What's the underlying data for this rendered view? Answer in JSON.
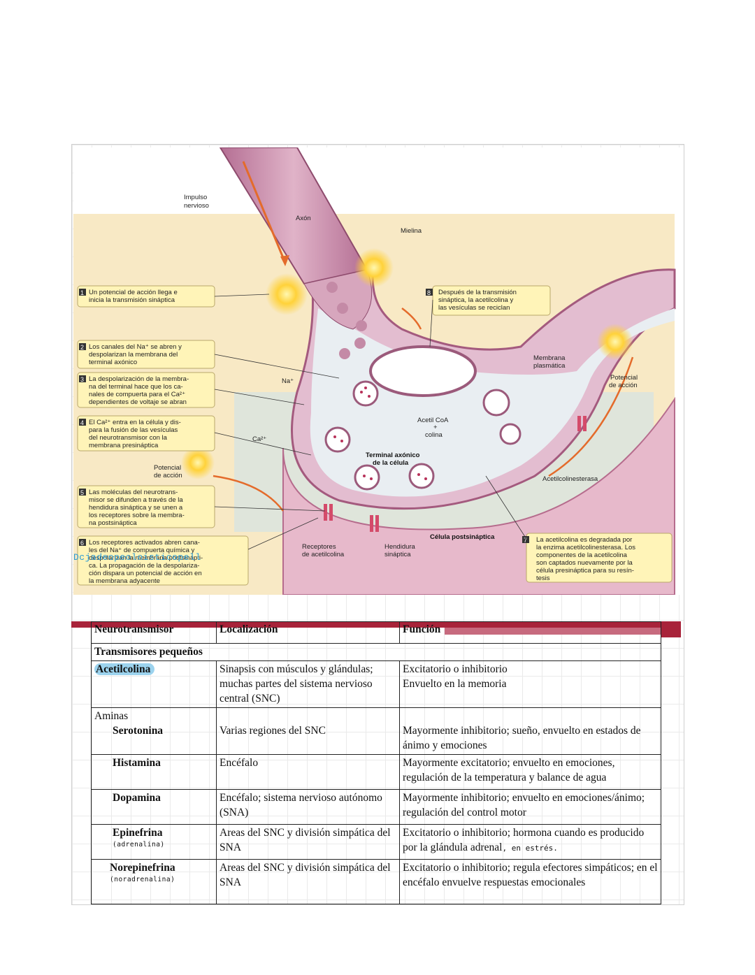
{
  "figure": {
    "labels": {
      "impulse": [
        "Impulso",
        "nervioso"
      ],
      "axon": "Axón",
      "myelin": "Mielina",
      "membrane": [
        "Membrana",
        "plasmática"
      ],
      "action_potential_right": [
        "Potencial",
        "de acción"
      ],
      "action_potential_left": [
        "Potencial",
        "de acción"
      ],
      "na": "Na⁺",
      "ca": "Ca²⁺",
      "acetyl_coa": [
        "Acetil CoA",
        "+",
        "colina"
      ],
      "terminal": [
        "Terminal axónico",
        "de la célula"
      ],
      "acetylcholinesterase": "Acetilcolinesterasa",
      "postsynaptic_cell": "Célula postsináptica",
      "receptors": [
        "Receptores",
        "de acetilcolina"
      ],
      "cleft": [
        "Hendidura",
        "sináptica"
      ]
    },
    "callouts": [
      {
        "num": "1",
        "lines": [
          "Un potencial de acción llega e",
          "inicia la transmisión sináptica"
        ]
      },
      {
        "num": "2",
        "lines": [
          "Los canales del Na⁺ se abren y",
          "despolarizan la membrana del",
          "terminal axónico"
        ]
      },
      {
        "num": "3",
        "lines": [
          "La despolarización de la membra-",
          "na del terminal hace que los ca-",
          "nales de compuerta para el Ca²⁺",
          "dependientes de voltaje se abran"
        ]
      },
      {
        "num": "4",
        "lines": [
          "El Ca²⁺ entra en la célula y dis-",
          "para la fusión de las vesículas",
          "del neurotransmisor con la",
          "membrana presináptica"
        ]
      },
      {
        "num": "5",
        "lines": [
          "Las moléculas del neurotrans-",
          "misor se difunden a través de la",
          "hendidura sináptica y se unen a",
          "los receptores sobre la membra-",
          "na postsináptica"
        ]
      },
      {
        "num": "6",
        "lines": [
          "Los receptores activados abren cana-",
          "les del Na⁺ de compuerta química y",
          "despolarizan la membrana postsinápti-",
          "ca. La propagación de la despolariza-",
          "ción dispara un potencial de acción en",
          "la membrana adyacente"
        ]
      },
      {
        "num": "7",
        "lines": [
          "La acetilcolina es degradada por",
          "la enzima acetilcolinesterasa. Los",
          "componentes de la acetilcolina",
          "son captados nuevamente por la",
          "célula presináptica para su resín-",
          "tesis"
        ]
      },
      {
        "num": "8",
        "lines": [
          "Después de la transmisión",
          "sináptica, la acetilcolina y",
          "las vesículas se reciclan"
        ]
      }
    ],
    "handwritten_note": "Dcjadeopeoloisticopell"
  },
  "table": {
    "headers": [
      "Neurotransmisor",
      "Localización",
      "Función"
    ],
    "section": "Transmisores pequeños",
    "rows": [
      {
        "name": "Acetilcolina",
        "loc": "Sinapsis con músculos y glándulas; muchas partes del sistema nervioso central (SNC)",
        "func": "Excitatorio o inhibitorio\nEnvuelto en la memoria"
      },
      {
        "group": "Aminas",
        "name": "Serotonina",
        "loc": "Varias regiones del SNC",
        "func": "Mayormente inhibitorio; sueño, envuelto en estados de ánimo y emociones"
      },
      {
        "name": "Histamina",
        "loc": "Encéfalo",
        "func": "Mayormente excitatorio; envuelto en emociones, regulación de la temperatura y balance de agua"
      },
      {
        "name": "Dopamina",
        "loc": "Encéfalo; sistema nervioso autónomo (SNA)",
        "func": "Mayormente inhibitorio; envuelto en emociones/ánimo; regulación del control motor"
      },
      {
        "name": "Epinefrina",
        "note": "(adrenalina)",
        "loc": "Areas del SNC y división simpática del SNA",
        "func": "Excitatorio o inhibitorio; hormona cuando es producido por la glándula adrenal",
        "func_note": ", en estrés."
      },
      {
        "name": "Norepinefrina",
        "note": "(noradrenalina)",
        "loc": "Areas del SNC y división simpática del SNA",
        "func": "Excitatorio o inhibitorio; regula efectores simpáticos; en el encéfalo envuelve respuestas emocionales"
      }
    ]
  },
  "colors": {
    "accent_red": "#a8233a",
    "highlight_blue": "#9cd3ee",
    "callout_fill": "#fff4b8",
    "axon_pink": "#c98aa8"
  }
}
